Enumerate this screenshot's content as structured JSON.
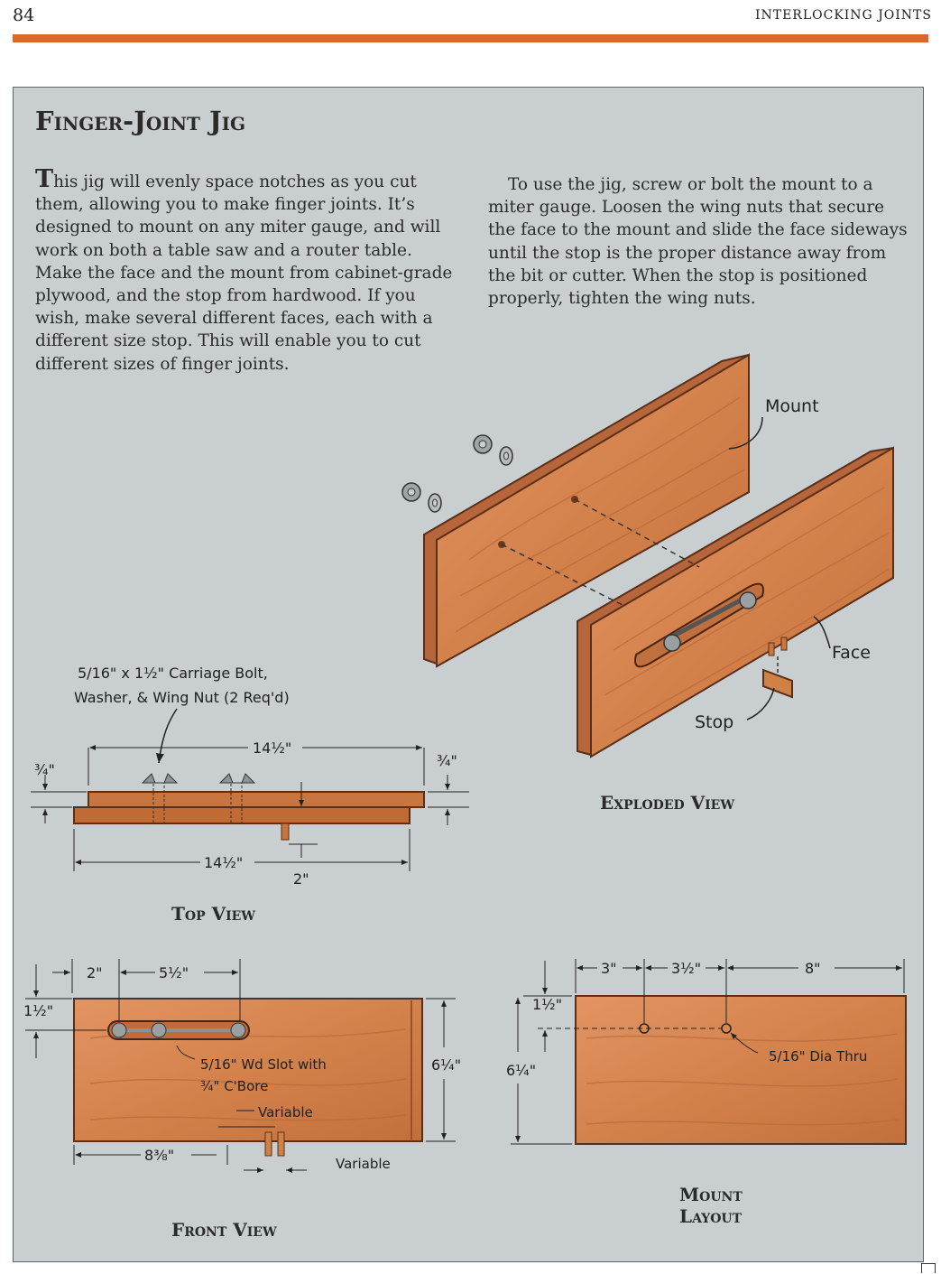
{
  "header": {
    "page_number": "84",
    "section_title": "INTERLOCKING JOINTS"
  },
  "article": {
    "title": "Finger-Joint Jig",
    "intro_first_letter": "T",
    "intro_rest": "his jig will evenly space notches as you cut them, allowing you to make finger joints. It’s designed to mount on any miter gauge, and will work on both a table saw and a router table. Make the face and the mount from cabinet-grade plywood, and the stop from hardwood. If you wish, make several different faces, each with a different size stop. This will enable you to cut different sizes of finger joints.",
    "usage": "To use the jig, screw or bolt the mount to a miter gauge. Loosen the wing nuts that secure the face to the mount and slide the face sideways until the stop is the proper distance away from the bit or cutter. When the stop is positioned properly, tighten the wing nuts."
  },
  "figures": {
    "exploded": {
      "caption": "Exploded View",
      "label_mount": "Mount",
      "label_face": "Face",
      "label_stop": "Stop"
    },
    "top_view": {
      "caption": "Top View",
      "hardware_line1": "5/16\" x 1½\" Carriage Bolt,",
      "hardware_line2": "Washer, & Wing Nut (2 Req'd)",
      "dim_mount_length": "14½\"",
      "dim_face_length": "14½\"",
      "dim_thickness_left": "¾\"",
      "dim_thickness_right": "¾\"",
      "dim_stop": "2\""
    },
    "front_view": {
      "caption": "Front View",
      "dim_slot_offset": "2\"",
      "dim_slot_length": "5½\"",
      "dim_slot_height": "1½\"",
      "dim_height": "6¼\"",
      "dim_stop_position": "8⅜\"",
      "slot_note_line1": "5/16\" Wd Slot with",
      "slot_note_line2": "¾\" C'Bore",
      "label_variable_top": "Variable",
      "label_variable_bottom": "Variable"
    },
    "mount_layout": {
      "caption_line1": "Mount",
      "caption_line2": "Layout",
      "dim_a": "3\"",
      "dim_b": "3½\"",
      "dim_c": "8\"",
      "dim_hole_height": "1½\"",
      "dim_height": "6¼\"",
      "hole_note": "5/16\" Dia Thru"
    }
  },
  "colors": {
    "accent_rule": "#d7682e",
    "panel_background": "#c9cfd1",
    "wood": "#d98a55",
    "wood_dark": "#9c4f2a"
  }
}
